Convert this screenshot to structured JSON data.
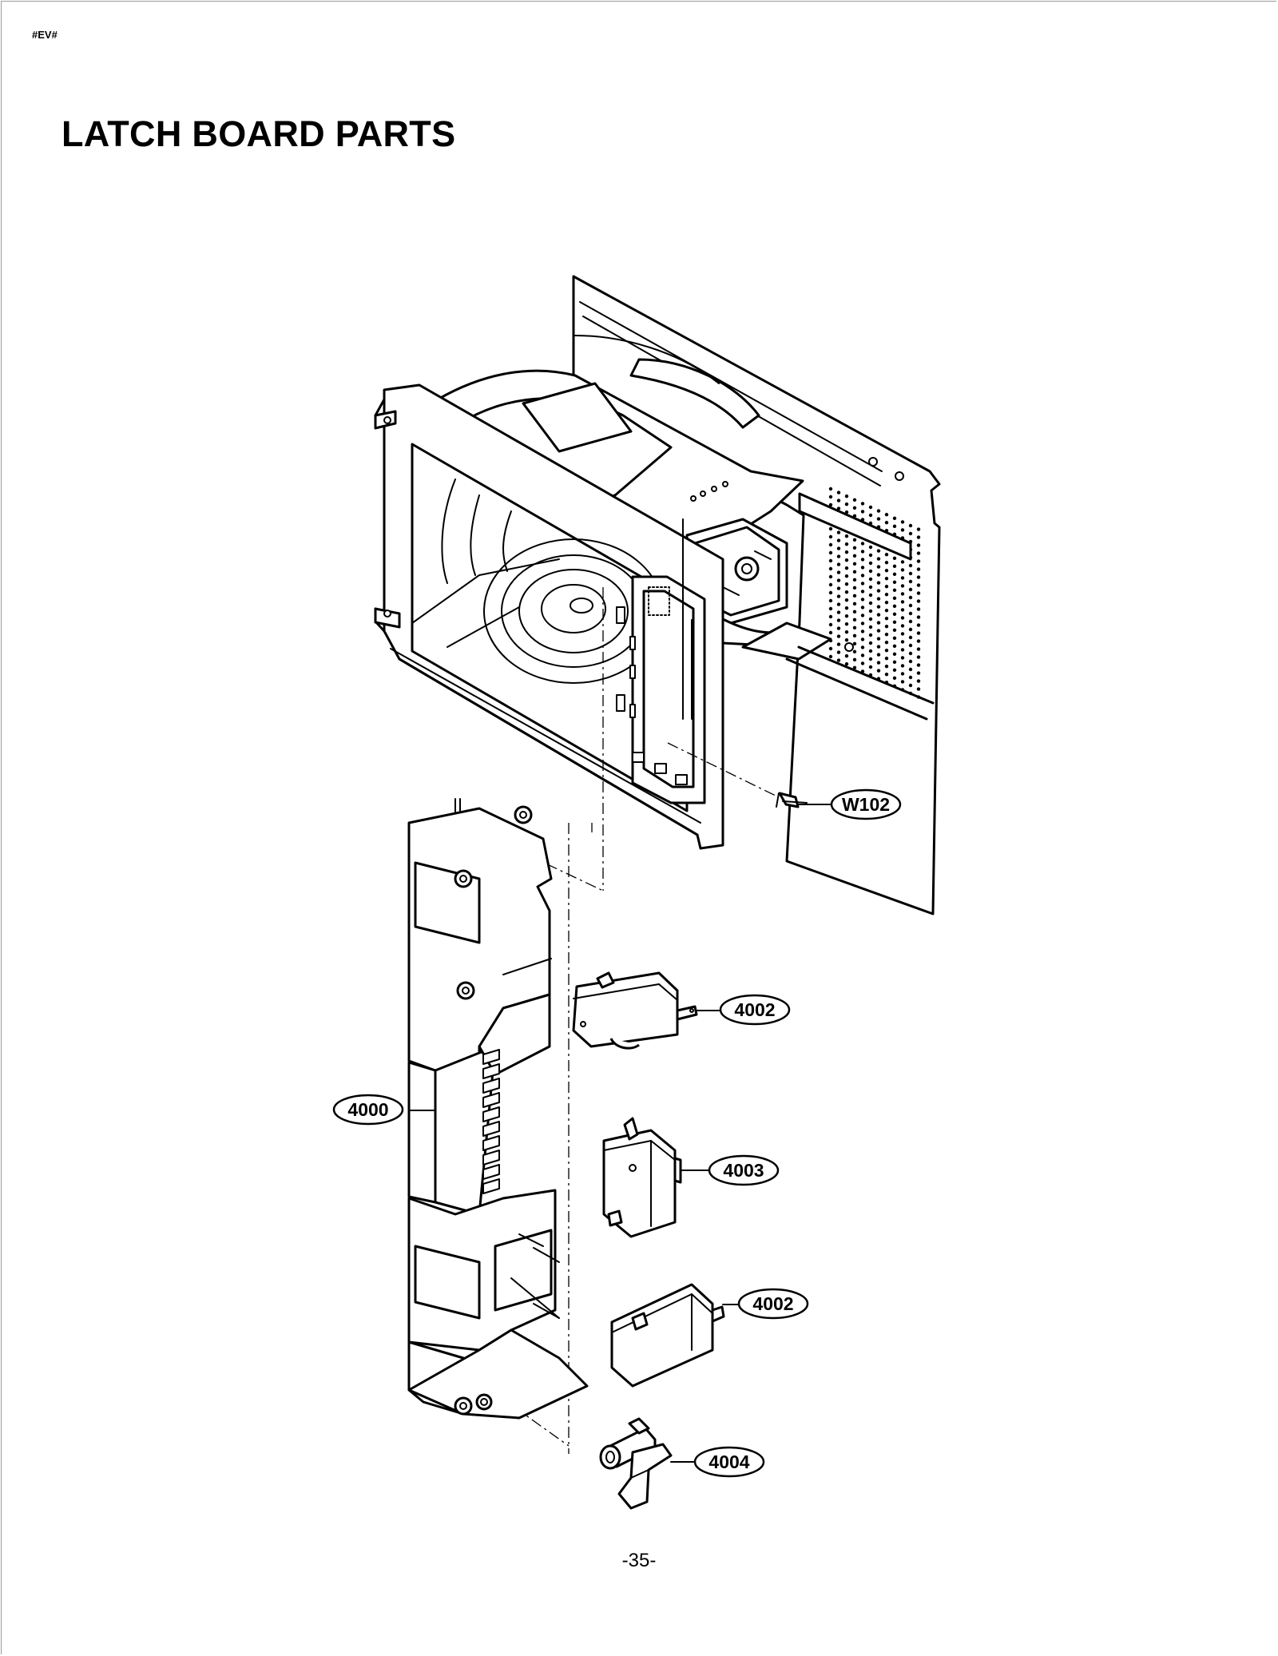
{
  "header": {
    "doc_code": "#EV#",
    "title": "LATCH BOARD PARTS"
  },
  "footer": {
    "page_number": "-35-"
  },
  "callouts": [
    {
      "id": "W102",
      "label": "W102"
    },
    {
      "id": "4002a",
      "label": "4002"
    },
    {
      "id": "4000",
      "label": "4000"
    },
    {
      "id": "4003",
      "label": "4003"
    },
    {
      "id": "4002b",
      "label": "4002"
    },
    {
      "id": "4004",
      "label": "4004"
    }
  ]
}
